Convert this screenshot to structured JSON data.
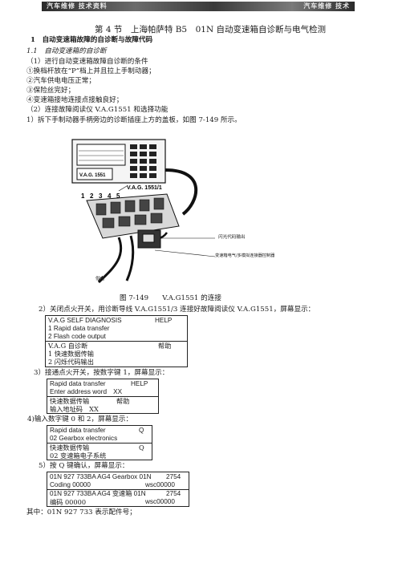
{
  "banner": {
    "left_text": "汽车维修 技术资料",
    "right_text": "汽车维修 技术"
  },
  "heading": "第 4 节　上海帕萨特 B5　01N 自动变速箱自诊断与电气检测",
  "section1": "1　自动变速箱故障的自诊断与故障代码",
  "section11": "1.1　自动变速箱的自诊断",
  "p1": "（1）进行自动变速箱故障自诊断的条件",
  "c1": "①换档杆放在“P”档上并且拉上手制动器；",
  "c2": "②汽车供电电压正常；",
  "c3": "③保险丝完好；",
  "c4": "④变速箱接地连接点接触良好；",
  "p2": "（2）连接故障阅读仪 V.A.G1551 和选择功能",
  "s1": "1）拆下手制动器手柄旁边的诊断插座上方的盖板，如图 7-149 所示。",
  "figure": {
    "device_label": "V.A.G. 1551/1",
    "panel_label": "V.A.G. 1551",
    "numbers": [
      "1",
      "2",
      "3",
      "4",
      "5"
    ],
    "callout1": "闪光代码输出",
    "callout2": "变速箱电气/多模拟连接器控制器",
    "callout3": "供电",
    "caption": "图 7-149　　V.A.G1551 的连接"
  },
  "s2": "2）关闭点火开关，用诊断导线 V.A.G1551/3 连接好故障阅读仪 V.A.G1551，屏幕显示：",
  "box1": {
    "r1": "V.A.G SELF DIAGNOSIS",
    "r1r": "HELP",
    "r2": "1 Rapid data transfer",
    "r3": "2 Flash code output",
    "r4": "V.A.G 自诊断",
    "r4r": "帮助",
    "r5": "1 快速数据传输",
    "r6": "2 闪烁代码输出"
  },
  "s3": "3）接通点火开关，按数字键 1，屏幕显示：",
  "box2": {
    "r1": "Rapid data transfer",
    "r1r": "HELP",
    "r2": "Enter address word　XX",
    "r3": "快速数据传输",
    "r3r": "帮助",
    "r4": "输入地址码　XX"
  },
  "s4": "4)输入数字键 0 和 2，屏幕显示：",
  "box3": {
    "r1": "Rapid data transfer",
    "r1r": "Q",
    "r2": "02 Gearbox electronics",
    "r3": "快速数据传输",
    "r3r": "Q",
    "r4": "02 变速箱电子系统"
  },
  "s5": "5）按 Q 键确认，屏幕显示：",
  "box4": {
    "r1": "01N 927 733BA AG4 Gearbox 01N",
    "r1r": "2754",
    "r2": "Coding 00000",
    "r2r": "wsc00000",
    "r3": "01N 927 733BA AG4  变速箱  01N",
    "r3r": "2754",
    "r4": "编码  00000",
    "r4r": "wsc00000"
  },
  "s6": "其中：01N 927 733 表示配件号；"
}
